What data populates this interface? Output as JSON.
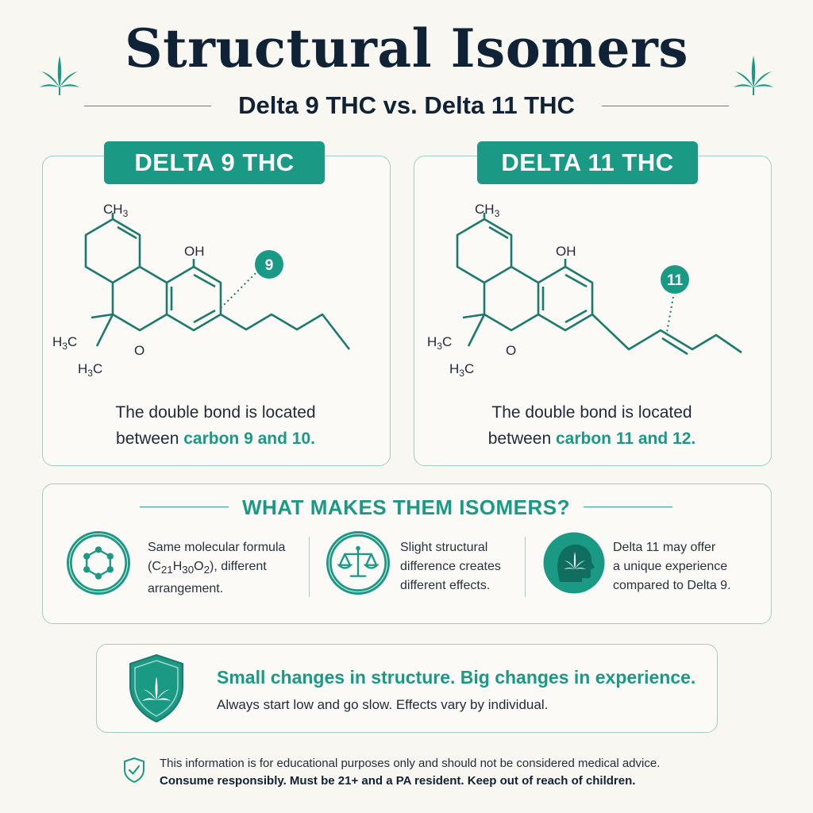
{
  "header": {
    "title": "Structural Isomers",
    "subtitle": "Delta 9 THC vs. Delta 11 THC"
  },
  "left_card": {
    "label": "DELTA 9 THC",
    "marker": "9",
    "atoms": {
      "ch3": "CH",
      "ch3_sub": "3",
      "oh": "OH",
      "o": "O",
      "h3c": "H",
      "h3c_sub": "3",
      "h3c_c": "C"
    },
    "desc_line1": "The double bond is located",
    "desc_prefix": "between ",
    "desc_highlight": "carbon 9 and 10."
  },
  "right_card": {
    "label": "DELTA 11 THC",
    "marker": "11",
    "desc_line1": "The double bond is located",
    "desc_prefix": "between ",
    "desc_highlight": "carbon 11 and 12."
  },
  "isomers": {
    "title": "WHAT MAKES THEM ISOMERS?",
    "features": [
      {
        "icon": "hexagon-molecule-icon",
        "line1": "Same molecular formula",
        "formula_open": "(C",
        "f1": "21",
        "fH": "H",
        "f2": "30",
        "fO": "O",
        "f3": "2",
        "formula_close": "), different",
        "line3": "arrangement."
      },
      {
        "icon": "balance-scale-icon",
        "line1": "Slight structural",
        "line2": "difference creates",
        "line3": "different effects."
      },
      {
        "icon": "head-leaf-icon",
        "line1": "Delta 11 may offer",
        "line2": "a unique experience",
        "line3": "compared to Delta 9."
      }
    ]
  },
  "tagline": {
    "headline": "Small changes in structure.  Big changes in experience.",
    "sub": "Always start low and go slow. Effects vary by individual."
  },
  "disclaimer": {
    "line1": "This information is for educational purposes only and should not be considered medical advice.",
    "line2": "Consume responsibly. Must be 21+ and a PA  resident. Keep out of reach of children."
  },
  "colors": {
    "accent": "#1a9a84",
    "navy": "#0f2236",
    "bg": "#f8f7f2",
    "border": "#9fcfc4"
  }
}
